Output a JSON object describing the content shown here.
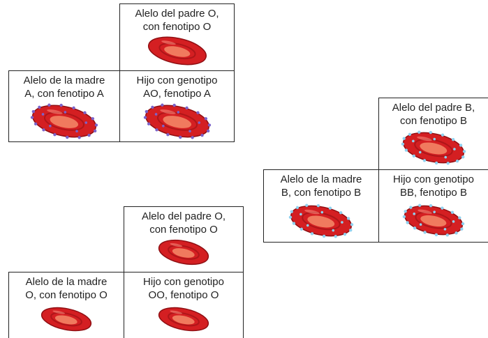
{
  "colors": {
    "cell_red": "#d41f22",
    "cell_dark": "#8f0f13",
    "cell_center": "#f07a5e",
    "antigen_a": "#7b63c9",
    "antigen_b": "#8fd1ef",
    "border": "#222222"
  },
  "panels": [
    {
      "id": "ao",
      "father": "Alelo del padre O,\ncon fenotipo O",
      "mother": "Alelo de la madre\nA, con fenotipo A",
      "child": "Hijo con genotipo\nAO, fenotipo A",
      "father_antigen": "none",
      "mother_antigen": "A",
      "child_antigen": "A"
    },
    {
      "id": "bb",
      "father": "Alelo del padre B,\ncon fenotipo B",
      "mother": "Alelo de la madre\nB, con fenotipo B",
      "child": "Hijo con genotipo\nBB, fenotipo B",
      "father_antigen": "B",
      "mother_antigen": "B",
      "child_antigen": "B"
    },
    {
      "id": "oo",
      "father": "Alelo del padre O,\ncon fenotipo O",
      "mother": "Alelo de la madre\nO, con fenotipo O",
      "child": "Hijo con genotipo\nOO, fenotipo O",
      "father_antigen": "none",
      "mother_antigen": "none",
      "child_antigen": "none"
    }
  ]
}
